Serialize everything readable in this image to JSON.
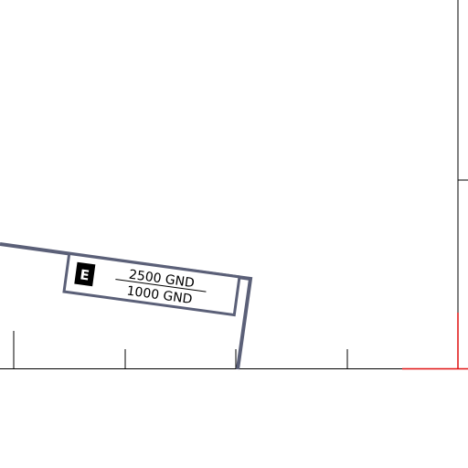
{
  "airspace_label": {
    "class": "E",
    "ceiling": "2500 GND",
    "floor": "1000 GND"
  },
  "colors": {
    "boundary": "#5b6078",
    "label_box": "#5b6078",
    "class_badge": "#000000",
    "graticule": "#000000",
    "red_line": "#e01010"
  }
}
